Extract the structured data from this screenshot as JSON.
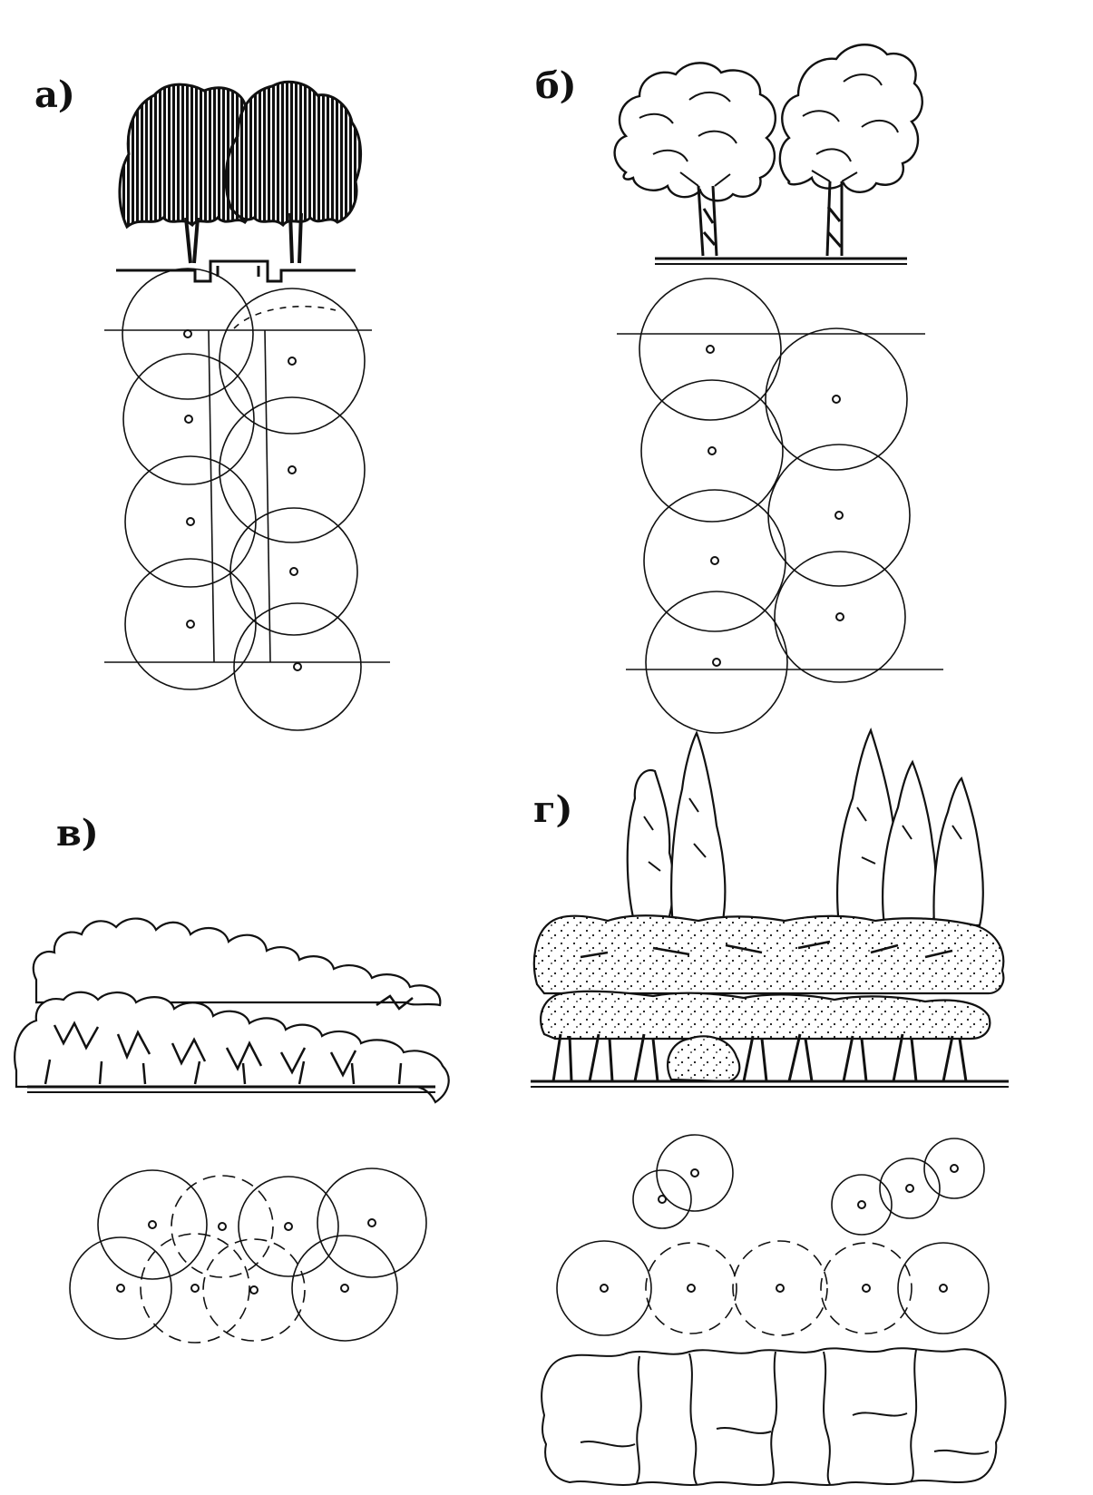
{
  "panels": [
    {
      "id": "a",
      "label": "а)"
    },
    {
      "id": "b",
      "label": "б)"
    },
    {
      "id": "v",
      "label": "в)"
    },
    {
      "id": "g",
      "label": "г)"
    }
  ],
  "colors": {
    "ink": "#111111",
    "background": "#ffffff"
  }
}
